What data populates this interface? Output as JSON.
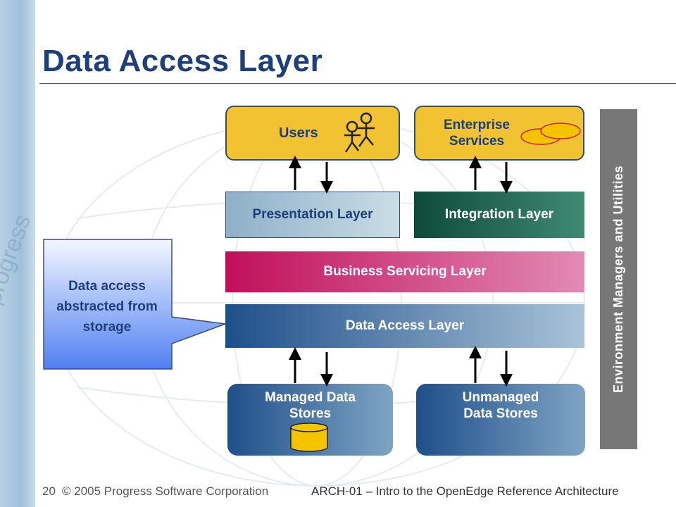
{
  "slide": {
    "title": "Data Access Layer",
    "page_number": "20",
    "copyright": "© 2005 Progress Software Corporation",
    "footer_title": "ARCH-01 – Intro to the OpenEdge Reference Architecture",
    "sidebar_watermark": "www.progress"
  },
  "diagram": {
    "users": "Users",
    "enterprise_services": "Enterprise Services",
    "presentation_layer": "Presentation Layer",
    "integration_layer": "Integration Layer",
    "business_servicing_layer": "Business Servicing Layer",
    "data_access_layer": "Data Access Layer",
    "managed_data_stores": "Managed Data Stores",
    "unmanaged_data_stores": "Unmanaged Data Stores",
    "environment": "Environment Managers and Utilities",
    "callout": "Data access abstracted from storage"
  },
  "colors": {
    "title": "#1f3f7a",
    "yellow_box": "#f1c232",
    "business_layer": "#c0105a",
    "integration_layer": "#0e4a3a",
    "environment_bar": "#777777",
    "callout": "#5a8cf0"
  },
  "icons": [
    "users-stick-figures-icon",
    "enterprise-services-ellipses-icon",
    "database-cylinder-icon"
  ]
}
